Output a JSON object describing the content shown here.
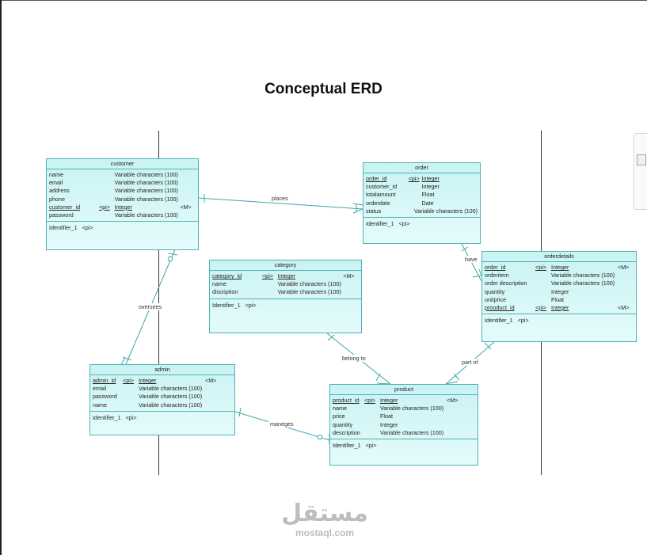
{
  "title": "Conceptual ERD",
  "entities": {
    "customer": {
      "name": "customer",
      "attributes": [
        {
          "name": "name",
          "pi": "",
          "type": "Variable characters (100)",
          "m": ""
        },
        {
          "name": "email",
          "pi": "",
          "type": "Variable characters (100)",
          "m": ""
        },
        {
          "name": "address",
          "pi": "",
          "type": "Variable characters (100)",
          "m": ""
        },
        {
          "name": "phone",
          "pi": "",
          "type": "Variable characters (100)",
          "m": ""
        },
        {
          "name": "customer_id",
          "pi": "<pi>",
          "type": "Integer",
          "m": "<M>"
        },
        {
          "name": "password",
          "pi": "",
          "type": "Variable characters (100)",
          "m": ""
        }
      ],
      "identifier": {
        "name": "Identifier_1",
        "tag": "<pi>"
      }
    },
    "order": {
      "name": "order",
      "attributes": [
        {
          "name": "order_id",
          "pi": "<pi>",
          "type": "Integer",
          "m": ""
        },
        {
          "name": "customer_id",
          "pi": "",
          "type": "Integer",
          "m": ""
        },
        {
          "name": "totalamount",
          "pi": "",
          "type": "Float",
          "m": ""
        },
        {
          "name": "orderdate",
          "pi": "",
          "type": "Date",
          "m": ""
        },
        {
          "name": "status",
          "pi": "",
          "type": "Variable characters (100)",
          "m": ""
        }
      ],
      "identifier": {
        "name": "Identifier_1",
        "tag": "<pi>"
      }
    },
    "category": {
      "name": "category",
      "attributes": [
        {
          "name": "category_id",
          "pi": "<pi>",
          "type": "Integer",
          "m": "<M>"
        },
        {
          "name": "name",
          "pi": "",
          "type": "Variable characters (100)",
          "m": ""
        },
        {
          "name": "discription",
          "pi": "",
          "type": "Variable characters (100)",
          "m": ""
        }
      ],
      "identifier": {
        "name": "Identifier_1",
        "tag": "<pi>"
      }
    },
    "orderdetails": {
      "name": "orderdetails",
      "attributes": [
        {
          "name": "order_id",
          "pi": "<pi>",
          "type": "Integer",
          "m": "<M>"
        },
        {
          "name": "orderitem",
          "pi": "",
          "type": "Variable characters (100)",
          "m": ""
        },
        {
          "name": "order description",
          "pi": "",
          "type": "Variable characters (100)",
          "m": ""
        },
        {
          "name": "quantity",
          "pi": "",
          "type": "Integer",
          "m": ""
        },
        {
          "name": "unitprice",
          "pi": "",
          "type": "Float",
          "m": ""
        },
        {
          "name": "prooduct_id",
          "pi": "<pi>",
          "type": "Integer",
          "m": "<M>"
        }
      ],
      "identifier": {
        "name": "Identifier_1",
        "tag": "<pi>"
      }
    },
    "admin": {
      "name": "admin",
      "attributes": [
        {
          "name": "admin_id",
          "pi": "<pi>",
          "type": "Integer",
          "m": "<M>"
        },
        {
          "name": "email",
          "pi": "",
          "type": "Variable characters (100)",
          "m": ""
        },
        {
          "name": "password",
          "pi": "",
          "type": "Variable characters (100)",
          "m": ""
        },
        {
          "name": "name",
          "pi": "",
          "type": "Variable characters (100)",
          "m": ""
        }
      ],
      "identifier": {
        "name": "Identifier_1",
        "tag": "<pi>"
      }
    },
    "product": {
      "name": "product",
      "attributes": [
        {
          "name": "product_id",
          "pi": "<pi>",
          "type": "Integer",
          "m": "<M>"
        },
        {
          "name": "name",
          "pi": "",
          "type": "Variable characters (100)",
          "m": ""
        },
        {
          "name": "price",
          "pi": "",
          "type": "Float",
          "m": ""
        },
        {
          "name": "quantity",
          "pi": "",
          "type": "Integer",
          "m": ""
        },
        {
          "name": "description",
          "pi": "",
          "type": "Variable characters (100)",
          "m": ""
        }
      ],
      "identifier": {
        "name": "Identifier_1",
        "tag": "<pi>"
      }
    }
  },
  "relationships": {
    "places": "places",
    "have": "have",
    "oversees": "oversees",
    "belong_to": "belong to",
    "part_of": "part of",
    "maneges": "maneges"
  },
  "watermark": {
    "logo": "مستقل",
    "url": "mostaql.com"
  },
  "colors": {
    "entity_border": "#4fb2b6",
    "entity_fill": "#c9f3f3",
    "relationship_line": "#3aa7ad"
  }
}
